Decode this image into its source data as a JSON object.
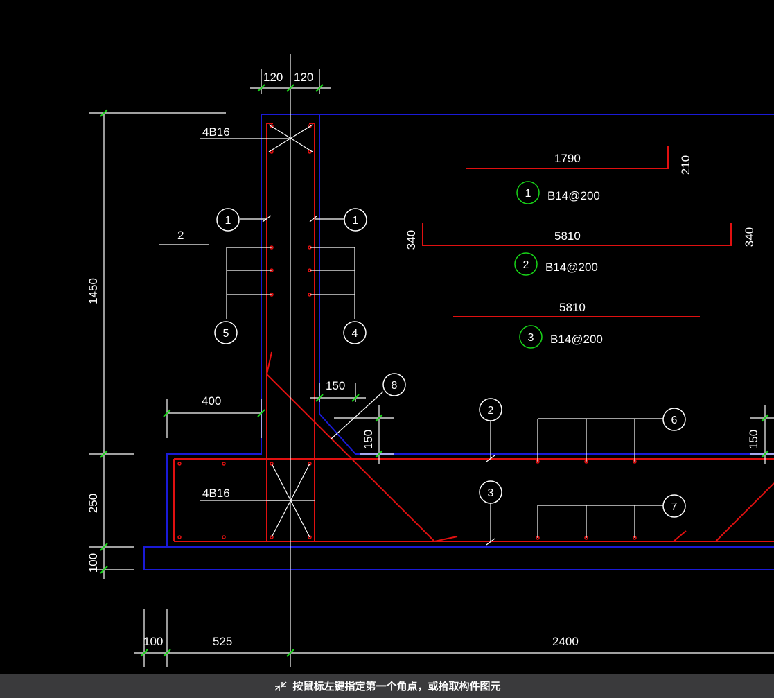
{
  "drawing": {
    "dimensions": {
      "top_left": "120",
      "top_right": "120",
      "height_main": "1450",
      "height_base": "250",
      "height_bottom": "100",
      "width_400": "400",
      "width_150_h": "150",
      "height_150_left": "150",
      "height_150_right": "150",
      "bottom_100": "100",
      "bottom_525": "525",
      "bottom_2400": "2400"
    },
    "labels": {
      "rebar_top": "4B16",
      "rebar_base": "4B16",
      "section_2": "2"
    },
    "rebar_schedule": [
      {
        "number": "1",
        "spec": "B14@200",
        "length": "1790",
        "hook": "210"
      },
      {
        "number": "2",
        "spec": "B14@200",
        "length": "5810",
        "hook_left": "340",
        "hook_right": "340"
      },
      {
        "number": "3",
        "spec": "B14@200",
        "length": "5810"
      }
    ],
    "markers": [
      "1",
      "1",
      "5",
      "4",
      "8",
      "2",
      "6",
      "3",
      "7"
    ]
  },
  "status": {
    "message": "按鼠标左键指定第一个角点，或拾取构件图元"
  },
  "colors": {
    "background": "#000000",
    "concrete": "#1a1ad6",
    "rebar": "#e01010",
    "dimension": "#ffffff",
    "tick": "#18d418",
    "circle_green": "#18d418",
    "statusbar": "#3a3a3c"
  }
}
